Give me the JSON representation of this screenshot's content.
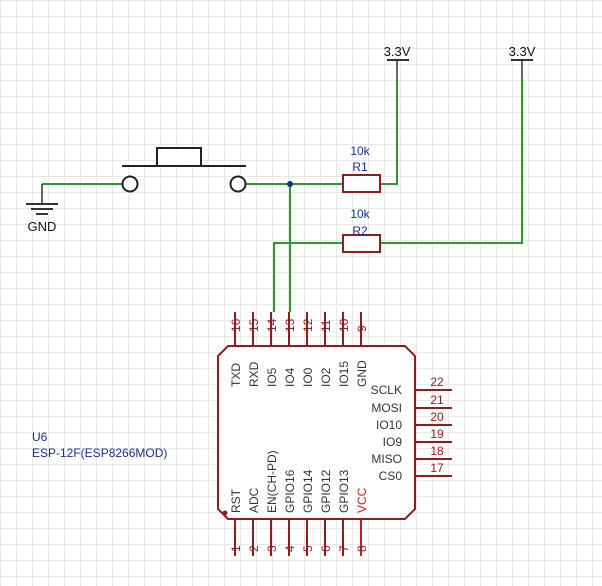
{
  "colors": {
    "wire": "#2e9a2e",
    "component": "#8b1e1e",
    "pin_dark": "#333333",
    "pin_red": "#c21f1f",
    "label_blue": "#1a2e8c",
    "text": "#111111",
    "grid": "#e8e8e8"
  },
  "power": {
    "vcc1": "3.3V",
    "vcc2": "3.3V",
    "gnd": "GND"
  },
  "resistors": [
    {
      "designator": "R1",
      "value": "10k"
    },
    {
      "designator": "R2",
      "value": "10k"
    }
  ],
  "module": {
    "designator": "U6",
    "part": "ESP-12F(ESP8266MOD)",
    "top_pins": [
      {
        "num": "16",
        "name": "TXD"
      },
      {
        "num": "15",
        "name": "RXD"
      },
      {
        "num": "14",
        "name": "IO5"
      },
      {
        "num": "13",
        "name": "IO4"
      },
      {
        "num": "12",
        "name": "IO0"
      },
      {
        "num": "11",
        "name": "IO2"
      },
      {
        "num": "10",
        "name": "IO15"
      },
      {
        "num": "9",
        "name": "GND"
      }
    ],
    "right_pins": [
      {
        "num": "22",
        "name": "SCLK"
      },
      {
        "num": "21",
        "name": "MOSI"
      },
      {
        "num": "20",
        "name": "IO10"
      },
      {
        "num": "19",
        "name": "IO9"
      },
      {
        "num": "18",
        "name": "MISO"
      },
      {
        "num": "17",
        "name": "CS0"
      }
    ],
    "bottom_pins": [
      {
        "num": "1",
        "name": "RST"
      },
      {
        "num": "2",
        "name": "ADC"
      },
      {
        "num": "3",
        "name": "EN(CH-PD)"
      },
      {
        "num": "4",
        "name": "GPIO16"
      },
      {
        "num": "5",
        "name": "GPIO14"
      },
      {
        "num": "6",
        "name": "GPIO12"
      },
      {
        "num": "7",
        "name": "GPIO13"
      },
      {
        "num": "8",
        "name": "VCC"
      }
    ]
  }
}
